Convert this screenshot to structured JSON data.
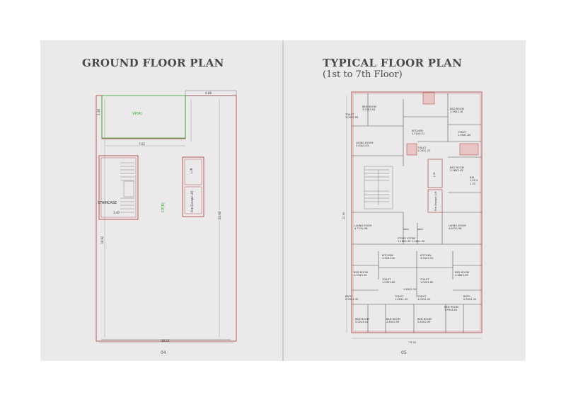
{
  "left": {
    "title": "GROUND FLOOR PLAN",
    "page_number": "04",
    "labels": {
      "vp": "VP(R)",
      "cp": "CP(R)",
      "staircase": "STAIRCASE",
      "lift": "L.ift",
      "fire_lift": "Fire Escape Lift",
      "dim_top": "4.88",
      "dim_vp": "7.62",
      "dim_side": "22.92",
      "dim_left": "18.92",
      "dim_stair": "3.40",
      "dim_bottom": "18.14",
      "dim_small": "2.38"
    }
  },
  "right": {
    "title": "TYPICAL FLOOR PLAN",
    "subtitle": "(1st to 7th Floor)",
    "page_number": "05",
    "rooms": {
      "toilet_tl": "TOILET\n1.03X1.83",
      "bed_tl": "BED ROOM\n3.20X3.03",
      "kitchen_top": "KITCHEN\n2.52x4.51",
      "bed_tr": "BED ROOM\n2.96X3.18",
      "toilet_tr": "TOILET\n1.95X1.80",
      "living_tl": "LIVING ROOM\n2.63x3.03",
      "toilet_c": "TOILET\n1.03X1.20",
      "bed_r2": "BED ROOM\n2.96X2.43",
      "bal": "BAL\n1.00 X\n1.32",
      "living_ml": "LIVING ROOM\n4.71X2.96",
      "living_mr": "LIVING ROOM\n4.67X2.96",
      "void_l": "Void",
      "void_r": "Void",
      "store": "STORE  STORE\n1.16X1.30 1.14X1.30",
      "kitchen_bl": "KITCHEN\n3.35X2.50",
      "kitchen_br": "KITCHEN\n3.35X2.50",
      "bed_bl": "BED ROOM\n2.93X3.39",
      "bed_br": "BED ROOM\n2.68X3.39",
      "toilet_bl": "TOILET\n1.00X1.80",
      "toilet_br": "TOILET\n1.00X1.80",
      "dim_c": "1.80X2.10",
      "toilet_sl": "TOILET\n1.00X1.00",
      "toilet_sr": "TOILET\n1.00X1.00",
      "bath_l": "BATH\n0.90X1.50",
      "bath_r": "BATH\n0.90X1.50",
      "bed_b1": "BED ROOM\n2.02x3.44",
      "bed_b2": "BED ROOM\n2.85X2.59",
      "bed_b3": "BED ROOM\n2.85X2.59",
      "bed_b4": "BED ROOM\n1.99x3.64",
      "lift": "L.ift",
      "fire_lift": "Fire Escape Lift",
      "dim_bottom": "15.20",
      "dim_left": "22.92"
    }
  }
}
